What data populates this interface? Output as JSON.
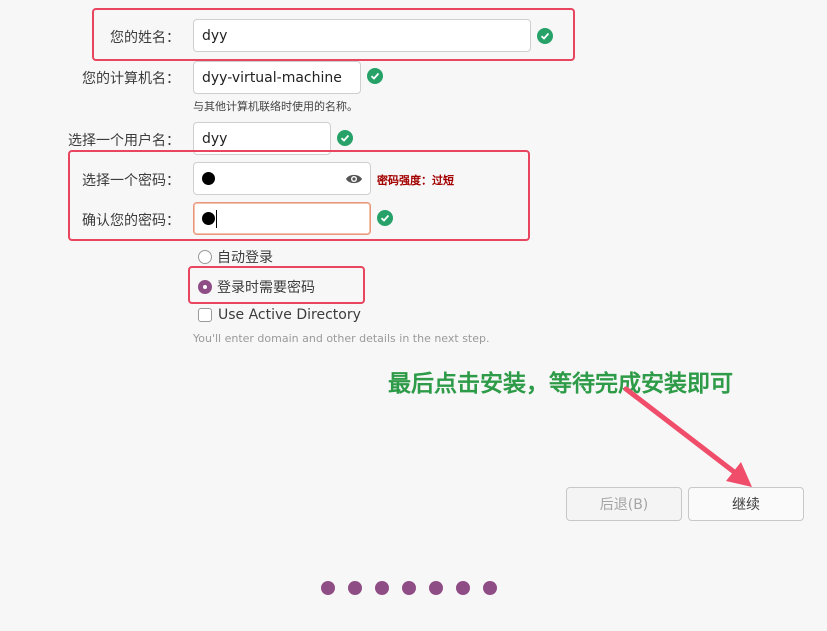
{
  "form": {
    "name_label": "您的姓名：",
    "name_value": "dyy",
    "computer_label": "您的计算机名：",
    "computer_value": "dyy-virtual-machine",
    "computer_hint": "与其他计算机联络时使用的名称。",
    "username_label": "选择一个用户名：",
    "username_value": "dyy",
    "password_label": "选择一个密码：",
    "password_strength": "密码强度：过短",
    "confirm_label": "确认您的密码："
  },
  "login_options": {
    "auto_login": "自动登录",
    "require_password": "登录时需要密码",
    "active_directory": "Use Active Directory",
    "ad_hint": "You'll enter domain and other details in the next step."
  },
  "annotation": "最后点击安装，等待完成安装即可",
  "buttons": {
    "back": "后退(B)",
    "continue": "继续"
  },
  "progress_steps": 7,
  "colors": {
    "accent": "#8f4d86",
    "valid": "#26a269",
    "highlight_box": "#e8455f",
    "annotation_text": "#2e9b48"
  }
}
